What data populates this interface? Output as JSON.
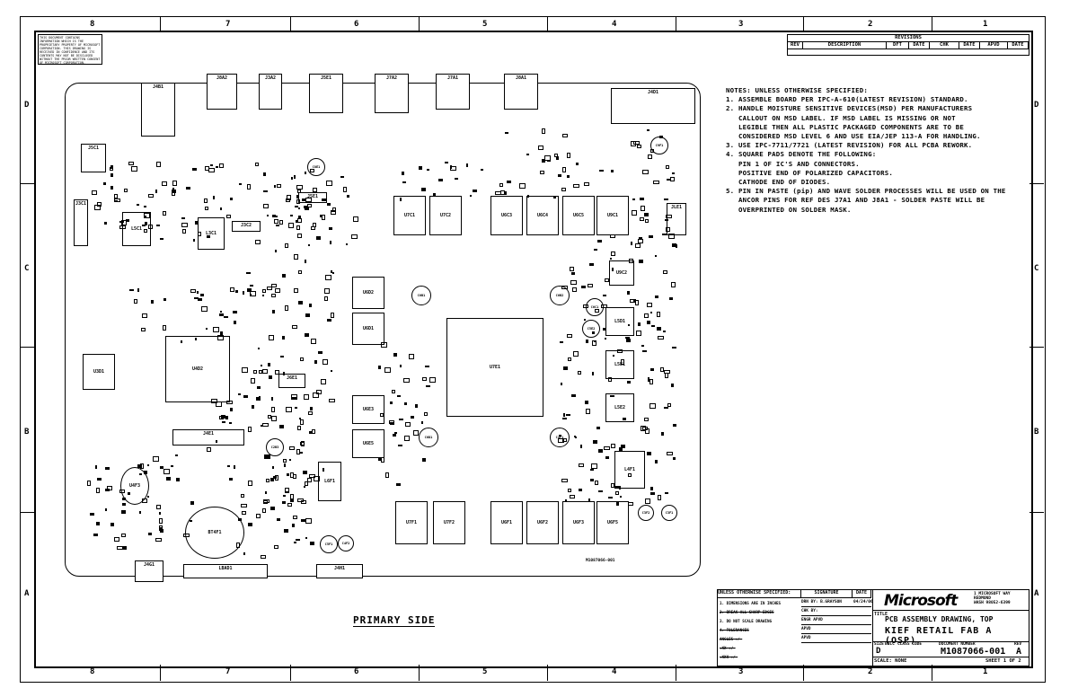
{
  "zones": {
    "columns": [
      "8",
      "7",
      "6",
      "5",
      "4",
      "3",
      "2",
      "1"
    ],
    "rows": [
      "D",
      "C",
      "B",
      "A"
    ]
  },
  "proprietary": "THIS DOCUMENT CONTAINS INFORMATION WHICH IS THE PROPRIETARY PROPERTY OF MICROSOFT CORPORATION. THIS DRAWING IS RECEIVED IN CONFIDENCE AND ITS CONTENTS MAY NOT BE DISCLOSED WITHOUT THE PRIOR WRITTEN CONSENT OF MICROSOFT CORPORATION.",
  "revisions": {
    "title": "REVISIONS",
    "columns": [
      "REV",
      "DESCRIPTION",
      "DFT",
      "DATE",
      "CHK",
      "DATE",
      "APVD",
      "DATE"
    ]
  },
  "notes": {
    "heading": "NOTES: UNLESS OTHERWISE SPECIFIED:",
    "lines": [
      "1. ASSEMBLE BOARD PER IPC-A-610(LATEST REVISION) STANDARD.",
      "2. HANDLE MOISTURE SENSITIVE DEVICES(MSD) PER MANUFACTURERS",
      "CALLOUT ON MSD LABEL. IF MSD LABEL IS MISSING OR NOT",
      "LEGIBLE THEN ALL PLASTIC PACKAGED COMPONENTS ARE TO BE",
      "CONSIDERED MSD LEVEL 6 AND USE EIA/JEP 113-A FOR HANDLING.",
      "3. USE IPC-7711/7721 (LATEST REVISION) FOR ALL PCBA REWORK.",
      "4. SQUARE PADS DENOTE THE FOLLOWING:",
      "PIN 1 OF IC'S AND CONNECTORS.",
      "POSITIVE END OF POLARIZED CAPACITORS.",
      "CATHODE END OF DIODES.",
      "5. PIN IN PASTE (pip) AND WAVE SOLDER PROCESSES WILL BE USED ON THE",
      "ANCOR PINS FOR REF DES J7A1 AND J8A1 - SOLDER PASTE WILL BE",
      "OVERPRINTED ON SOLDER MASK."
    ]
  },
  "board": {
    "connectors": [
      "J4B1",
      "J8A2",
      "J3A2",
      "J5E1",
      "J7A2",
      "J7A1",
      "J8A1",
      "J4D1",
      "J3C1",
      "J5C1",
      "J4E1",
      "J3C2",
      "J6E1",
      "J5E1",
      "J4G1",
      "J4H1",
      "LBAD1",
      "JLE1"
    ],
    "chips": [
      "U7E1",
      "U4D2",
      "U6D2",
      "U6D1",
      "U6E3",
      "U6E5",
      "U3D1",
      "U7C1",
      "U7C2",
      "U6C3",
      "U6C4",
      "U6C5",
      "U9C1",
      "U7F1",
      "U7F2",
      "U6F1",
      "U6F2",
      "U6F3",
      "U6F5",
      "L5C1",
      "L3C1",
      "L5D1",
      "L5E1",
      "L5E2",
      "L6F1",
      "L4F1",
      "U4F3",
      "U9C2",
      "BT4F1"
    ],
    "caps": [
      "C6B1",
      "C6B2",
      "C2B3",
      "C6C1",
      "C5E2",
      "C6D1",
      "C4F1",
      "C5F1",
      "C4F2",
      "C3F2",
      "C3F1",
      "C9F1",
      "C8E1"
    ],
    "part_number": "M1087066-001",
    "side_label": "PRIMARY SIDE"
  },
  "title_block": {
    "tolerance_header": "UNLESS OTHERWISE SPECIFIED:",
    "signature": "SIGNATURE",
    "date": "DATE",
    "tol_lines": [
      "1. DIMENSIONS ARE IN INCHES",
      "2. BREAK ALL SHARP EDGES",
      "3. DO NOT SCALE DRAWING",
      "4. TOLERANCES",
      "ANGLES +/-",
      ".XX +/-",
      ".XXX +/-"
    ],
    "sig_rows": [
      "DRN BY: B.GRAYSON",
      "CHK BY:",
      "ENGR APVD",
      "APVD",
      "APVD"
    ],
    "drawn_date": "04/24/06",
    "company": "Microsoft",
    "address": [
      "1 MICROSOFT WAY",
      "REDMOND",
      "WASH 98052-6399"
    ],
    "title_label": "TITLE",
    "title_1": "PCB ASSEMBLY DRAWING, TOP",
    "title_2": "KIEF RETAIL FAB A (OSP)",
    "size_label": "SIZE",
    "size": "D",
    "bolc_label": "BOLC",
    "class_label": "CLASS CODE",
    "doc_label": "DOCUMENT NUMBER",
    "doc_number": "M1087066-001",
    "rev_label": "REV",
    "rev": "A",
    "scale": "SCALE: NONE",
    "sheet": "SHEET 1 OF 2"
  },
  "colors": {
    "ink": "#000000",
    "paper": "#ffffff"
  }
}
